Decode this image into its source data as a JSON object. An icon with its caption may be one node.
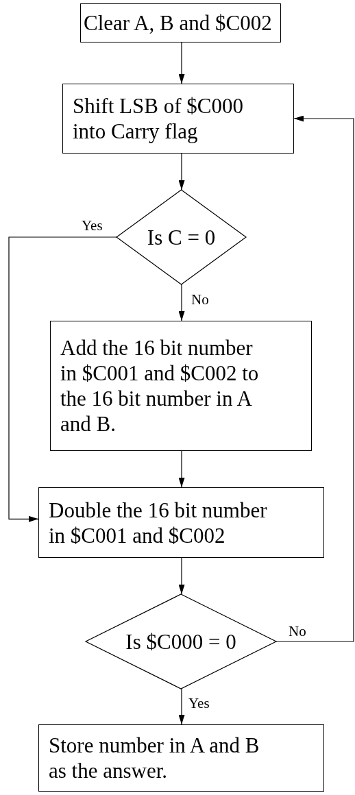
{
  "diagram": {
    "nodes": [
      {
        "text": [
          "Clear A, B and $C002"
        ]
      },
      {
        "text": [
          "Shift LSB of $C000 into Carry flag"
        ]
      },
      {
        "text": [
          "Is C = 0"
        ]
      },
      {
        "text": [
          "Add the 16 bit number in $C001 and $C002 to the 16 bit number in A and B."
        ]
      },
      {
        "text": [
          "Double the 16 bit number in $C001 and $C002"
        ]
      },
      {
        "text": [
          "Is $C000 = 0"
        ]
      },
      {
        "text": [
          "Store number in A and B as the answer."
        ]
      }
    ],
    "edges": [
      {
        "from": 0,
        "to": 1,
        "arrow": "to"
      },
      {
        "from": 1,
        "to": 2,
        "arrow": "to"
      },
      {
        "from": 2,
        "to": 4,
        "label": "Yes",
        "arrow": "to"
      },
      {
        "from": 2,
        "to": 3,
        "label": "No",
        "arrow": "to"
      },
      {
        "from": 3,
        "to": 4,
        "arrow": "to"
      },
      {
        "from": 4,
        "to": 5,
        "arrow": "to"
      },
      {
        "from": 5,
        "to": 1,
        "label": "No",
        "arrow": "to"
      },
      {
        "from": 5,
        "to": 6,
        "label": "Yes",
        "arrow": "to"
      }
    ]
  }
}
